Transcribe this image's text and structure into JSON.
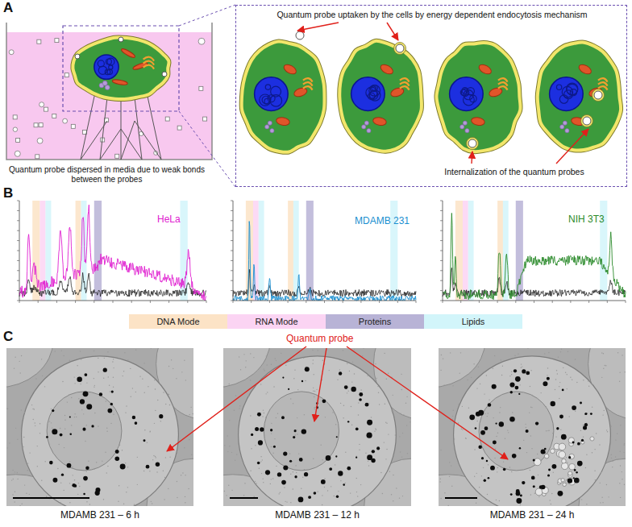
{
  "diagram": {
    "nodes": [
      {
        "text": [
          "Quantum probe dispersed in media due to weak bonds between the probes"
        ]
      },
      {
        "text": [
          "Quantum probe uptaken by the cells by energy dependent endocytosis mechanism",
          "Internalization of the quantum probes"
        ]
      },
      {
        "text": [
          "HeLa"
        ]
      },
      {
        "text": [
          "MDAMB 231"
        ]
      },
      {
        "text": [
          "NIH 3T3"
        ]
      },
      {
        "text": [
          "MDAMB 231 – 6 h"
        ]
      },
      {
        "text": [
          "MDAMB 231 – 12 h"
        ]
      },
      {
        "text": [
          "MDAMB 231 – 24 h"
        ]
      }
    ],
    "labels": [
      "A",
      "B",
      "C",
      "Quantum probe"
    ],
    "legend": [
      {
        "text": "DNA Mode",
        "color": "#fce3c6"
      },
      {
        "text": "RNA Mode",
        "color": "#fbd4f3"
      },
      {
        "text": "Proteins",
        "color": "#b8b3d6"
      },
      {
        "text": "Lipids",
        "color": "#d2f5fa"
      }
    ]
  }
}
